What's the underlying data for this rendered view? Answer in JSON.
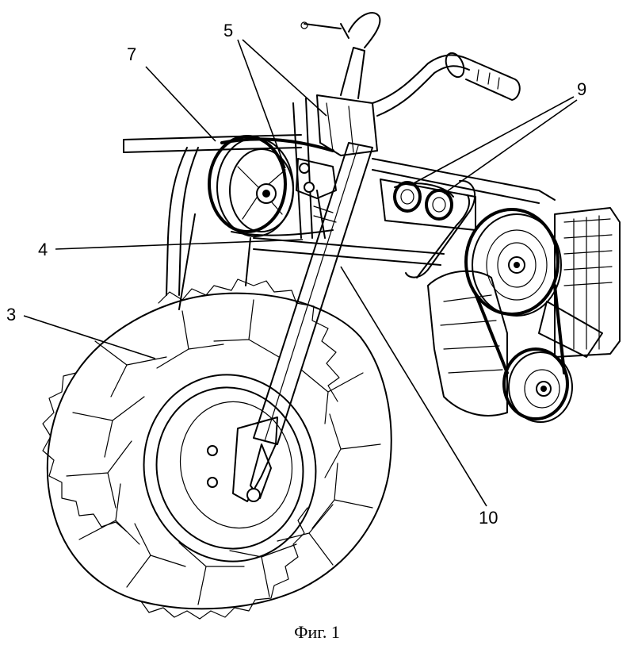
{
  "figure": {
    "caption": "Фиг. 1",
    "labels": [
      {
        "id": "label-3",
        "text": "3"
      },
      {
        "id": "label-4",
        "text": "4"
      },
      {
        "id": "label-5",
        "text": "5"
      },
      {
        "id": "label-7",
        "text": "7"
      },
      {
        "id": "label-9",
        "text": "9"
      },
      {
        "id": "label-10",
        "text": "10"
      }
    ]
  }
}
